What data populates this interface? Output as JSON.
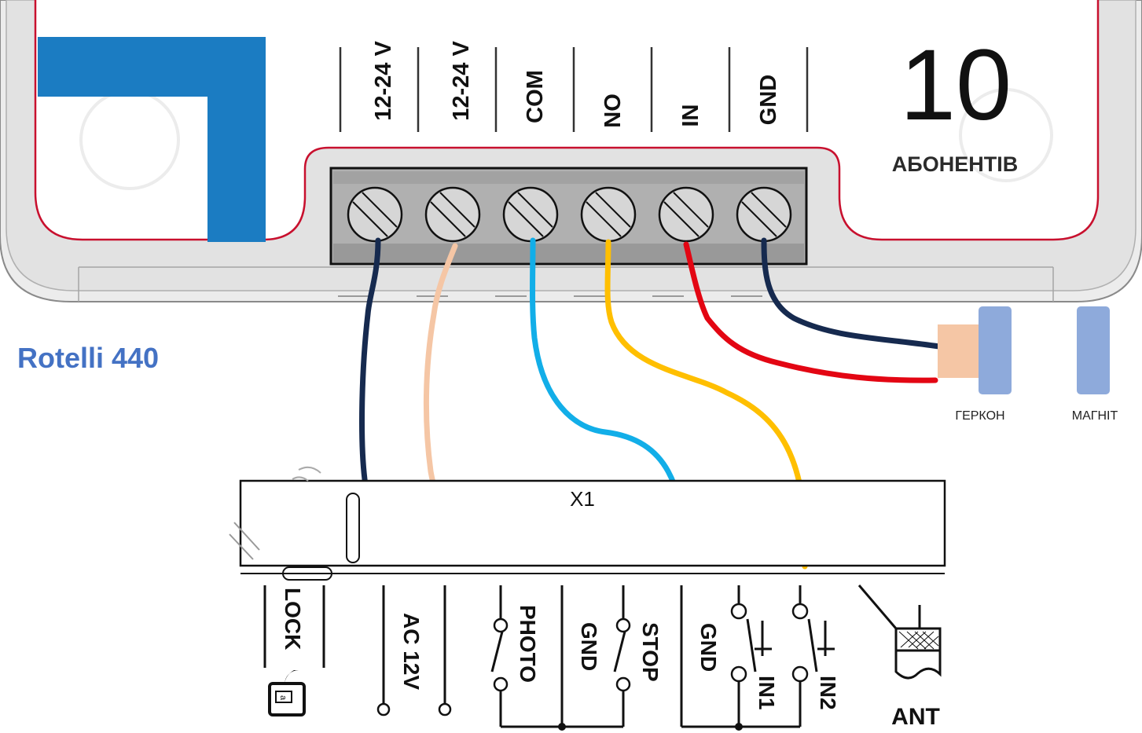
{
  "device": {
    "model": "Rotelli 440",
    "subscribers_count": "10",
    "subscribers_label": "АБОНЕНТІВ",
    "terminals": [
      "12-24 V",
      "12-24 V",
      "COM",
      "NO",
      "IN",
      "GND"
    ]
  },
  "sensors": {
    "reed_label": "ГЕРКОН",
    "magnet_label": "МАГНІТ"
  },
  "controller": {
    "connector_label": "X1",
    "terminals": {
      "lock": "LOCK",
      "ac": "AC 12V",
      "photo": "PHOTO",
      "gnd1": "GND",
      "stop": "STOP",
      "gnd2": "GND",
      "in1": "IN1",
      "in2": "IN2",
      "ant": "ANT"
    }
  },
  "colors": {
    "accent_blue": "#1b7cc2",
    "title_blue": "#4472c4",
    "device_outline": "#c8102e",
    "wire_navy": "#162a4f",
    "wire_peach": "#f5c6a5",
    "wire_cyan": "#12aee8",
    "wire_amber": "#ffbf00",
    "wire_red": "#e30613",
    "sensor_blue": "#8eaadb"
  }
}
